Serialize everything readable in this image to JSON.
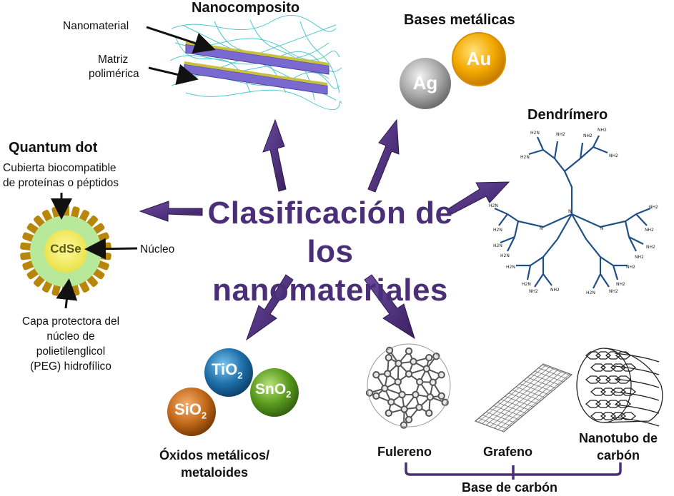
{
  "center": {
    "line1": "Clasificación de",
    "line2": "los nanomateriales"
  },
  "nanocomposito": {
    "title": "Nanocomposito",
    "label_nanomaterial": "Nanomaterial",
    "label_matriz_1": "Matriz",
    "label_matriz_2": "polimérica"
  },
  "bases": {
    "title": "Bases metálicas",
    "ag": "Ag",
    "au": "Au"
  },
  "dendrimero": {
    "title": "Dendrímero"
  },
  "quantum": {
    "title": "Quantum dot",
    "cubierta_1": "Cubierta biocompatible",
    "cubierta_2": "de proteínas o péptidos",
    "core": "CdSe",
    "nucleo": "Núcleo",
    "capa_1": "Capa protectora del",
    "capa_2": "núcleo de",
    "capa_3": "polietilenglicol",
    "capa_4": "(PEG) hidrofílico"
  },
  "oxidos": {
    "tio2": "TiO",
    "sno2": "SnO",
    "sio2": "SiO",
    "sub": "2",
    "title_1": "Óxidos metálicos/",
    "title_2": "metaloides"
  },
  "carbono": {
    "fulereno": "Fulereno",
    "grafeno": "Grafeno",
    "nanotubo_1": "Nanotubo de",
    "nanotubo_2": "carbón",
    "base": "Base de carbón"
  },
  "colors": {
    "arrow": "#4a2f78",
    "title": "#4a2f78",
    "au": "#f0a500",
    "ag": "#9a9a9a",
    "tio2": "#1c6fa8",
    "sno2": "#5a9b1e",
    "sio2": "#c46a1a",
    "dendrimer": "#1f4f87"
  }
}
